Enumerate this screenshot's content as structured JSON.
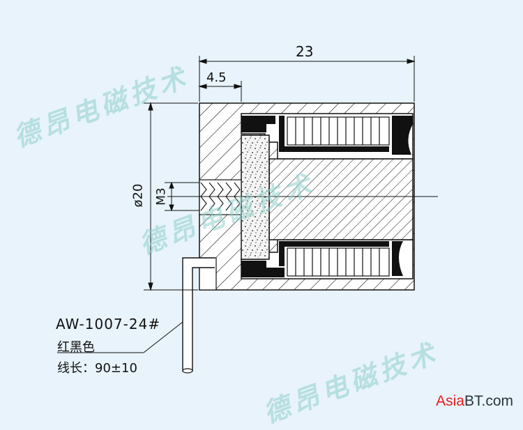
{
  "watermark": "德昂电磁技术",
  "dimensions": {
    "overall_length": "23",
    "face_depth": "4.5",
    "diameter": "ø20",
    "thread": "M3"
  },
  "lead_wire": {
    "model": "AW-1007-24#",
    "color": "红黑色",
    "length": "线长：90±10"
  },
  "brand": {
    "part1": "Asia",
    "part2": "BT.com"
  },
  "colors": {
    "background": "#e8f3fb",
    "line": "#111111",
    "watermark": "#8fd0cc",
    "brand_red": "#e41e1e"
  }
}
